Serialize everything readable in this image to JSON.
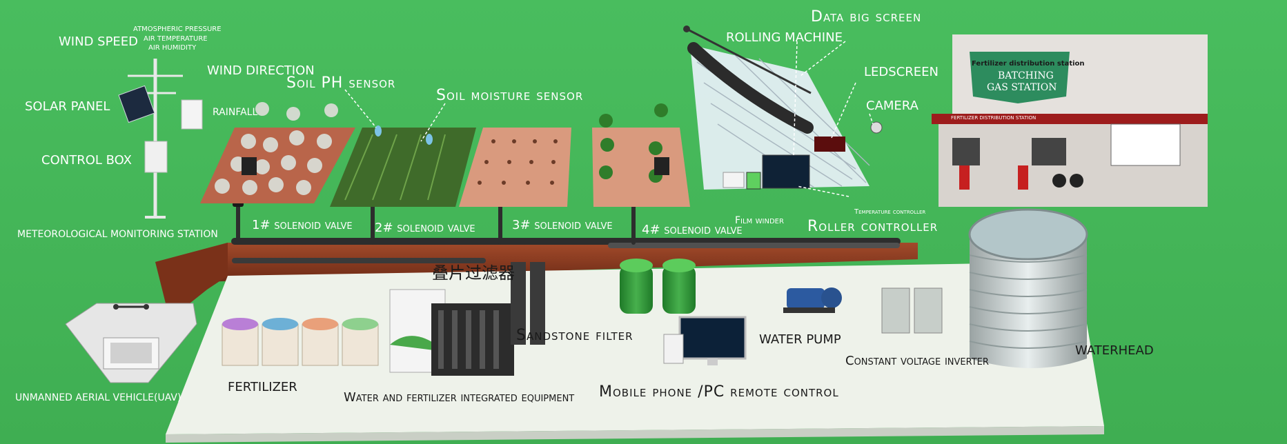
{
  "labels": {
    "wind_speed": "WIND SPEED",
    "atmospheric": "ATMOSPHERIC PRESSURE",
    "air_temp": "AIR TEMPERATURE",
    "air_humidity": "AIR HUMIDITY",
    "wind_direction": "WIND DIRECTION",
    "solar_panel": "SOLAR PANEL",
    "rainfall": "RAINFALL",
    "control_box": "CONTROL BOX",
    "met_station": "METEOROLOGICAL MONITORING STATION",
    "soil_ph": "Soil PH sensor",
    "soil_moisture": "Soil moisture sensor",
    "valve1": "1# solenoid valve",
    "valve2": "2# solenoid valve",
    "valve3": "3# solenoid valve",
    "valve4": "4# solenoid valve",
    "data_screen": "Data big screen",
    "rolling_machine": "ROLLING MACHINE",
    "ledscreen": "LEDSCREEN",
    "camera": "CAMERA",
    "film_winder": "Film winder",
    "temp_controller": "Temperature controller",
    "roller_controller": "Roller controller",
    "disc_filter": "叠片过滤器",
    "sandstone_filter": "Sandstone filter",
    "water_pump": "WATER PUMP",
    "inverter": "Constant voltage inverter",
    "waterhead": "WATERHEAD",
    "fertilizer": "FERTILIZER",
    "integrated_equipment": "Water and fertilizer integrated equipment",
    "remote_control": "Mobile phone /PC remote control",
    "uav": "UNMANNED AERIAL VEHICLE(UAV)"
  },
  "station": {
    "sign_top": "Fertilizer distribution station",
    "sign_line1": "BATCHING",
    "sign_line2": "GAS STATION",
    "awning_text": "FERTILIZER DISTRIBUTION STATION"
  },
  "colors": {
    "background": "#45b95a",
    "label_text": "#ffffff",
    "floor": "#eef2ea",
    "soil": "#8a3b22",
    "pipe": "#2d2d2d",
    "tank_green": "#2f8f2f"
  }
}
